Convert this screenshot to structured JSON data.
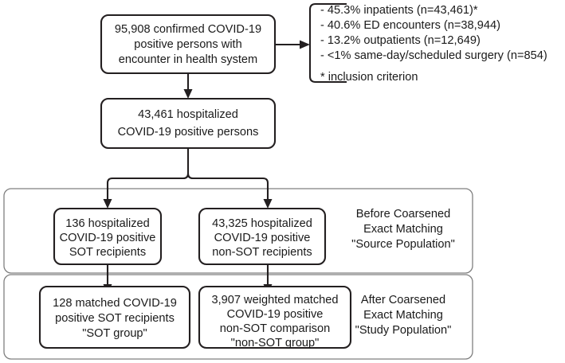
{
  "figure": {
    "type": "flowchart",
    "title": "COVID-19 cohort selection flow diagram",
    "colors": {
      "node_border": "#231f20",
      "group_border": "#7f7f7f",
      "background": "#ffffff",
      "text": "#1a1a1a"
    }
  },
  "nodes": {
    "cohort_total": {
      "lines": [
        "95,908 confirmed COVID-19",
        "positive persons with",
        "encounter in health system"
      ]
    },
    "hospitalized": {
      "lines": [
        "43,461 hospitalized",
        "COVID-19 positive persons"
      ]
    },
    "sot_source": {
      "lines": [
        "136 hospitalized",
        "COVID-19 positive",
        "SOT recipients"
      ]
    },
    "nonsot_source": {
      "lines": [
        "43,325 hospitalized",
        "COVID-19 positive",
        "non-SOT recipients"
      ]
    },
    "sot_study": {
      "lines": [
        "128 matched COVID-19",
        "positive SOT recipients",
        "\"SOT group\""
      ]
    },
    "nonsot_study": {
      "lines": [
        "3,907 weighted matched",
        "COVID-19 positive",
        "non-SOT comparison",
        "\"non-SOT group\""
      ]
    }
  },
  "breakdown": {
    "items": [
      "- 45.3% inpatients (n=43,461)*",
      "- 40.6% ED encounters (n=38,944)",
      "- 13.2% outpatients (n=12,649)",
      "- <1% same-day/scheduled surgery (n=854)"
    ],
    "footnote": "* inclusion criterion"
  },
  "groups": {
    "source_population": {
      "lines": [
        "Before Coarsened",
        "Exact Matching",
        "\"Source Population\""
      ]
    },
    "study_population": {
      "lines": [
        "After Coarsened",
        "Exact Matching",
        "\"Study Population\""
      ]
    }
  }
}
